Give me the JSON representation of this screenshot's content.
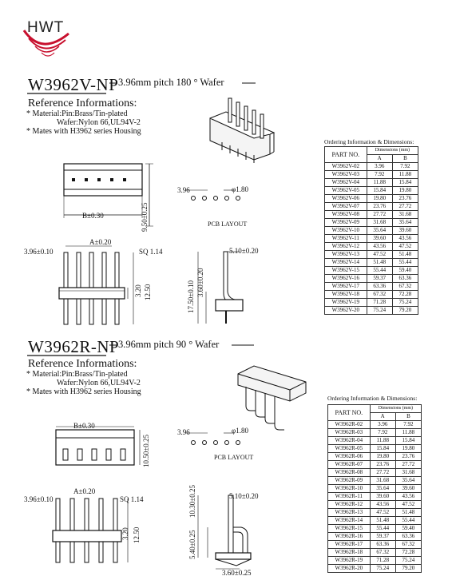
{
  "logo": {
    "text": "HWT"
  },
  "sections": [
    {
      "title": "W3962V-NP",
      "subtitle": "3.96mm pitch 180 ° Wafer",
      "ref_heading": "Reference Informations:",
      "ref_lines": [
        "* Material:Pin:Brass/Tin-plated",
        "Wafer:Nylon 66,UL94V-2",
        "* Mates with H3962 series Housing"
      ],
      "dims": {
        "pitch": "3.96",
        "hole": "φ1.80",
        "pcb": "PCB LAYOUT",
        "b": "B±0.30",
        "h1": "9.50±0.25",
        "a": "A±0.20",
        "pitch_tol": "3.96±0.10",
        "sq": "SQ 1.14",
        "d1": "3.20",
        "d2": "12.50",
        "side_top": "5.10±0.20",
        "side1": "17.50±0.10",
        "side2": "3.60±0.20"
      },
      "table": {
        "caption": "Ordering Information & Dimensions:",
        "part_header": "PART NO.",
        "dim_header": "Dimensions (mm)",
        "col_a": "A",
        "col_b": "B",
        "rows": [
          [
            "W3962V-02",
            "3.96",
            "7.92"
          ],
          [
            "W3962V-03",
            "7.92",
            "11.88"
          ],
          [
            "W3962V-04",
            "11.88",
            "15.84"
          ],
          [
            "W3962V-05",
            "15.84",
            "19.80"
          ],
          [
            "W3962V-06",
            "19.80",
            "23.76"
          ],
          [
            "W3962V-07",
            "23.76",
            "27.72"
          ],
          [
            "W3962V-08",
            "27.72",
            "31.68"
          ],
          [
            "W3962V-09",
            "31.68",
            "35.64"
          ],
          [
            "W3962V-10",
            "35.64",
            "39.60"
          ],
          [
            "W3962V-11",
            "39.60",
            "43.56"
          ],
          [
            "W3962V-12",
            "43.56",
            "47.52"
          ],
          [
            "W3962V-13",
            "47.52",
            "51.48"
          ],
          [
            "W3962V-14",
            "51.48",
            "55.44"
          ],
          [
            "W3962V-15",
            "55.44",
            "59.40"
          ],
          [
            "W3962V-16",
            "59.37",
            "63.36"
          ],
          [
            "W3962V-17",
            "63.36",
            "67.32"
          ],
          [
            "W3962V-18",
            "67.32",
            "72.28"
          ],
          [
            "W3962V-19",
            "71.28",
            "75.24"
          ],
          [
            "W3962V-20",
            "75.24",
            "79.20"
          ]
        ]
      }
    },
    {
      "title": "W3962R-NP",
      "subtitle": "3.96mm pitch 90 ° Wafer",
      "ref_heading": "Reference Informations:",
      "ref_lines": [
        "* Material:Pin:Brass/Tin-plated",
        "Wafer:Nylon 66,UL94V-2",
        "* Mates with H3962 series Housing"
      ],
      "dims": {
        "pitch": "3.96",
        "hole": "φ1.80",
        "pcb": "PCB LAYOUT",
        "b": "B±0.30",
        "h1": "10.50±0.25",
        "a": "A±0.20",
        "pitch_tol": "3.96±0.10",
        "sq": "SQ 1.14",
        "d1": "3.20",
        "d2": "12.50",
        "side_top": "5.10±0.20",
        "side1": "10.30±0.25",
        "side2": "5.40±0.25",
        "side_bottom": "3.60±0.25"
      },
      "table": {
        "caption": "Ordering Information & Dimensions:",
        "part_header": "PART NO.",
        "dim_header": "Dimensions (mm)",
        "col_a": "A",
        "col_b": "B",
        "rows": [
          [
            "W3962R-02",
            "3.96",
            "7.92"
          ],
          [
            "W3962R-03",
            "7.92",
            "11.88"
          ],
          [
            "W3962R-04",
            "11.88",
            "15.84"
          ],
          [
            "W3962R-05",
            "15.84",
            "19.80"
          ],
          [
            "W3962R-06",
            "19.80",
            "23.76"
          ],
          [
            "W3962R-07",
            "23.76",
            "27.72"
          ],
          [
            "W3962R-08",
            "27.72",
            "31.68"
          ],
          [
            "W3962R-09",
            "31.68",
            "35.64"
          ],
          [
            "W3962R-10",
            "35.64",
            "39.60"
          ],
          [
            "W3962R-11",
            "39.60",
            "43.56"
          ],
          [
            "W3962R-12",
            "43.56",
            "47.52"
          ],
          [
            "W3962R-13",
            "47.52",
            "51.48"
          ],
          [
            "W3962R-14",
            "51.48",
            "55.44"
          ],
          [
            "W3962R-15",
            "55.44",
            "59.40"
          ],
          [
            "W3962R-16",
            "59.37",
            "63.36"
          ],
          [
            "W3962R-17",
            "63.36",
            "67.32"
          ],
          [
            "W3962R-18",
            "67.32",
            "72.28"
          ],
          [
            "W3962R-19",
            "71.28",
            "75.24"
          ],
          [
            "W3962R-20",
            "75.24",
            "79.20"
          ]
        ]
      }
    }
  ]
}
